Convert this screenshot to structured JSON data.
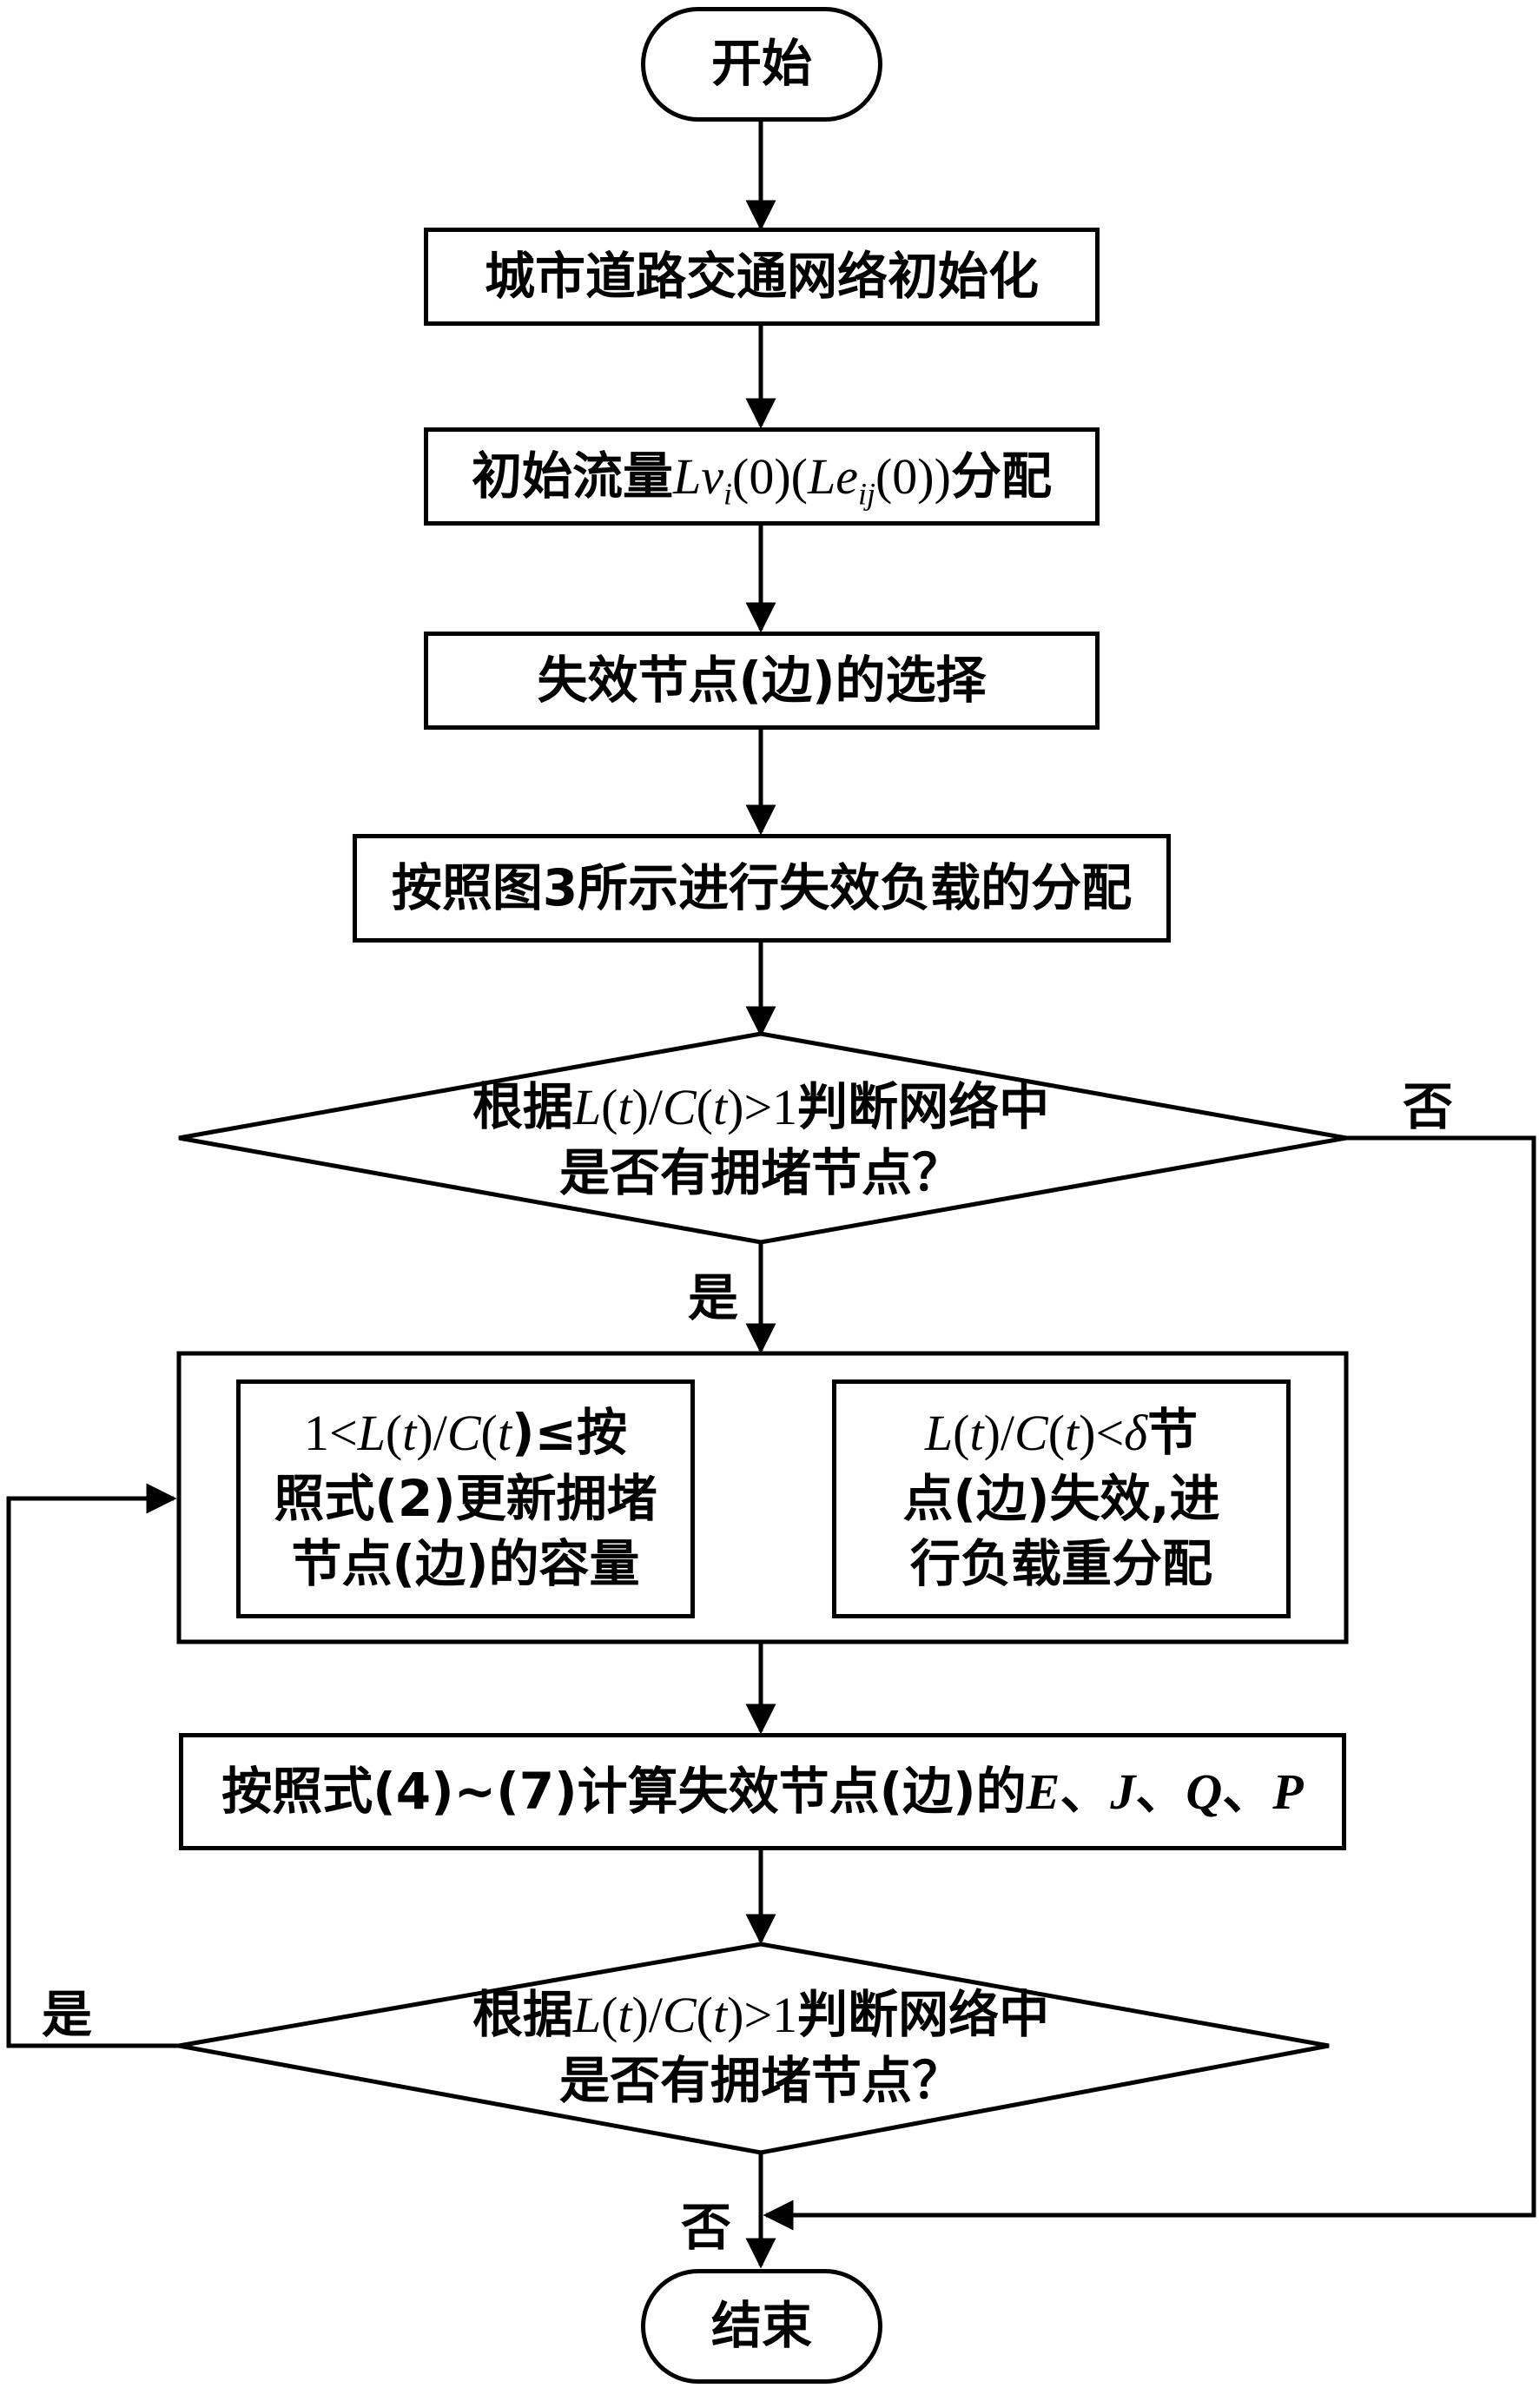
{
  "nodes": {
    "start": "开始",
    "init": "城市道路交通网络初始化",
    "flow": {
      "text": "初始流量",
      "text_after": "分配",
      "math_L1": "Lv",
      "sub_i": "i",
      "paren0": "(0)(",
      "math_L2": "Le",
      "sub_ij": "ij",
      "paren1": "(0))"
    },
    "select": "失效节点(边)的选择",
    "assign": "按照图3所示进行失效负载的分配",
    "decision1": {
      "line1_prefix": "根据",
      "L": "L",
      "t1": "t",
      "slash": ")/",
      "C": "C",
      "t2": "t",
      "gt": ")>1",
      "line1_suffix": "判断网络中",
      "line2": "是否有拥堵节点？",
      "open1": "(",
      "open2": "("
    },
    "left_inner": {
      "one": "1<",
      "L": "L",
      "t1": "t",
      "C": "C",
      "t2": "t",
      "tail": ")≤按",
      "open": "(",
      "slash": ")/",
      "line2": "照式(2)更新拥堵",
      "line3": "节点(边)的容量"
    },
    "right_inner": {
      "L": "L",
      "t1": "t",
      "C": "C",
      "t2": "t",
      "open": "(",
      "slash": ")/",
      "lt": ")<",
      "delta": "δ",
      "tail": "节",
      "line2": "点(边)失效,进",
      "line3": "行负载重分配"
    },
    "calc": {
      "prefix": "按照式(4)~(7)计算失效节点(边)的",
      "E": "E",
      "sep1": "、",
      "J": "J",
      "sep2": "、",
      "Q": "Q",
      "sep3": "、",
      "P": "P"
    },
    "decision2": {
      "line1_prefix": "根据",
      "L": "L",
      "t1": "t",
      "C": "C",
      "t2": "t",
      "open1": "(",
      "open2": "(",
      "slash": ")/",
      "gt": ")>1",
      "line1_suffix": "判断网络中",
      "line2": "是否有拥堵节点？"
    },
    "end": "结束"
  },
  "edge_labels": {
    "d1_no": "否",
    "d1_yes": "是",
    "d2_yes": "是",
    "d2_no": "否"
  }
}
